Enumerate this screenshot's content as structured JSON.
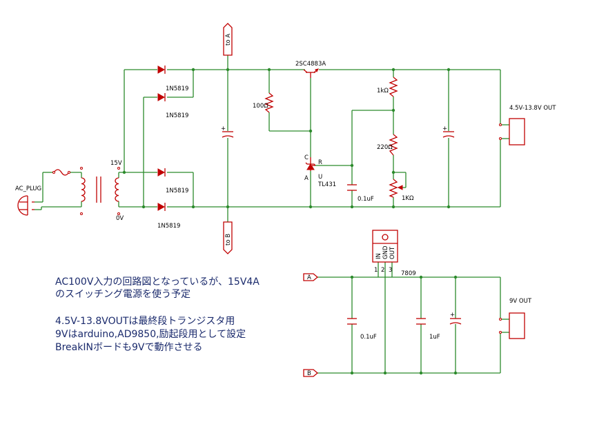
{
  "labels": {
    "ac_plug": "AC_PLUG",
    "v15": "15V",
    "v0": "0V",
    "d1": "1N5819",
    "d2": "1N5819",
    "d3": "1N5819",
    "d4": "1N5819",
    "to_a": "to A",
    "to_b": "to B",
    "transistor": "2SC4883A",
    "r100": "100Ω",
    "r1k_top": "1kΩ",
    "r220": "220Ω",
    "vr1k": "1KΩ",
    "cap01_top": "0.1uF",
    "tl_c": "C",
    "tl_r": "R",
    "tl_a": "A",
    "tl_u": "U",
    "tl431": "TL431",
    "out_main": "4.5V-13.8V OUT",
    "reg": "7809",
    "reg_in": "IN",
    "reg_gnd": "GND",
    "reg_out": "OUT",
    "reg_pin1": "1",
    "reg_pin2": "2",
    "reg_pin3": "3",
    "port_a": "A",
    "port_b": "B",
    "cap01_bottom": "0.1uF",
    "cap1u": "1uF",
    "out_9v": "9V OUT",
    "plus": "+"
  },
  "notes": {
    "line1": "AC100V入力の回路図となっているが、15V4A",
    "line2": "のスイッチング電源を使う予定",
    "line3": "4.5V-13.8VOUTは最終段トランジスタ用",
    "line4": "9Vはarduino,AD9850,励起段用として設定",
    "line5": "BreakINボードも9Vで動作させる"
  }
}
